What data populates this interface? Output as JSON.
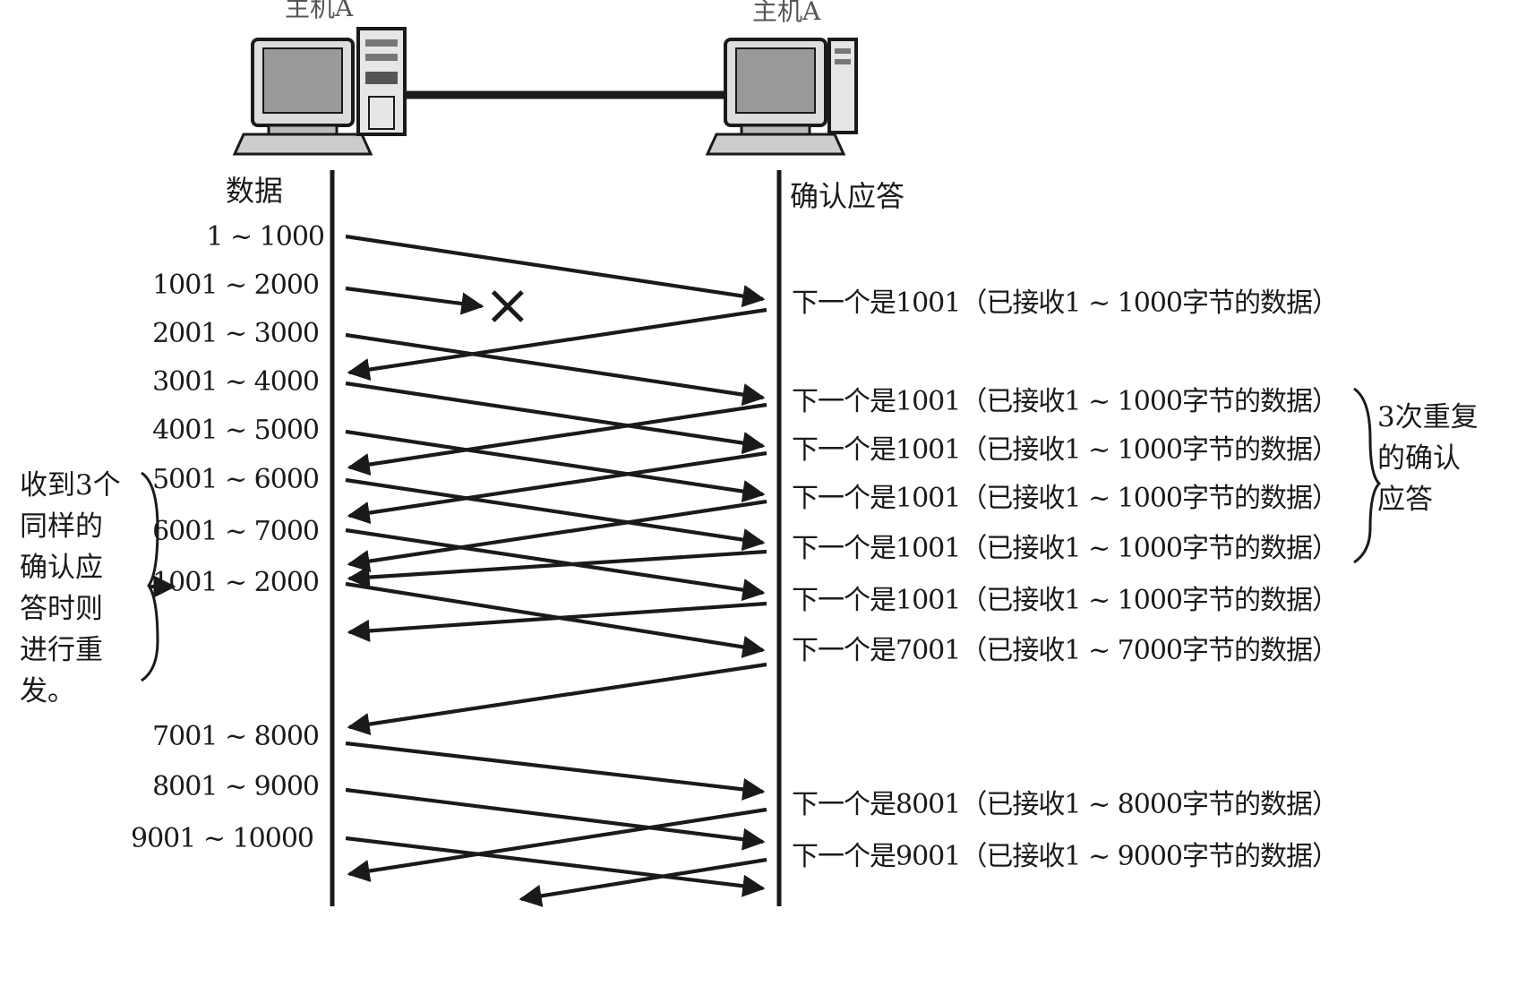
{
  "hosts": {
    "left_label": "主机A",
    "right_label": "主机A"
  },
  "columns": {
    "left_header": "数据",
    "right_header": "确认应答"
  },
  "segments": [
    {
      "label": "1 ~ 1000"
    },
    {
      "label": "1001 ~ 2000"
    },
    {
      "label": "2001 ~ 3000"
    },
    {
      "label": "3001 ~ 4000"
    },
    {
      "label": "4001 ~ 5000"
    },
    {
      "label": "5001 ~ 6000"
    },
    {
      "label": "6001 ~ 7000"
    },
    {
      "label": "1001 ~ 2000"
    },
    {
      "label": "7001 ~ 8000"
    },
    {
      "label": "8001 ~ 9000"
    },
    {
      "label": "9001 ~ 10000"
    }
  ],
  "acks": [
    {
      "label": "下一个是1001（已接收1 ~ 1000字节的数据）"
    },
    {
      "label": "下一个是1001（已接收1 ~ 1000字节的数据）"
    },
    {
      "label": "下一个是1001（已接收1 ~ 1000字节的数据）"
    },
    {
      "label": "下一个是1001（已接收1 ~ 1000字节的数据）"
    },
    {
      "label": "下一个是1001（已接收1 ~ 1000字节的数据）"
    },
    {
      "label": "下一个是1001（已接收1 ~ 1000字节的数据）"
    },
    {
      "label": "下一个是7001（已接收1 ~ 7000字节的数据）"
    },
    {
      "label": "下一个是8001（已接收1 ~ 8000字节的数据）"
    },
    {
      "label": "下一个是9001（已接收1 ~ 9000字节的数据）"
    }
  ],
  "notes": {
    "duplicate_ack": [
      "3次重复",
      "的确认",
      "应答"
    ],
    "retransmit": [
      "收到3个",
      "同样的",
      "确认应",
      "答时则",
      "进行重",
      "发。"
    ]
  },
  "lost_marker": "×"
}
